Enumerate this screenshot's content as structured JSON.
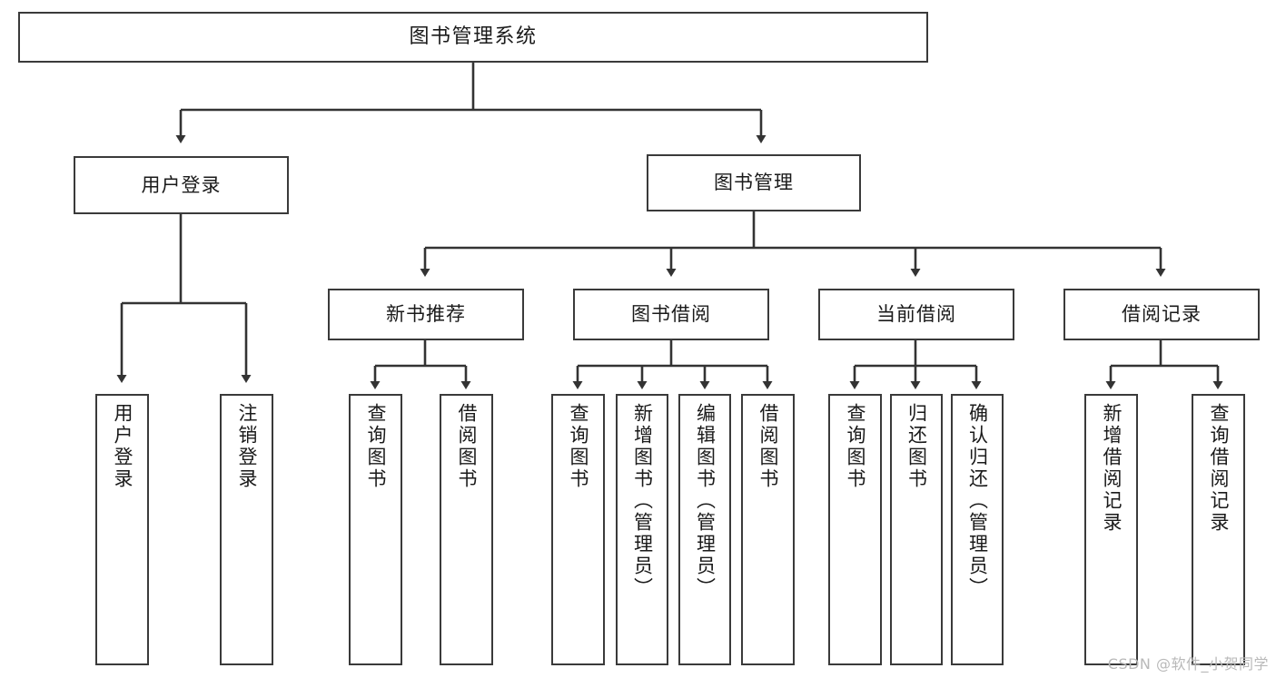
{
  "diagram": {
    "title": "图书管理系统",
    "type": "tree-hierarchy",
    "watermark": "CSDN @软件_小贺同学",
    "colors": {
      "box_border": "#3a3a3a",
      "box_fill": "#ffffff",
      "edge": "#333333",
      "background": "#ffffff",
      "watermark": "#b9b9b9"
    },
    "nodes": {
      "root": {
        "label": "图书管理系统"
      },
      "level2": [
        {
          "id": "user-login",
          "label": "用户登录"
        },
        {
          "id": "book-manage",
          "label": "图书管理"
        }
      ],
      "level3": [
        {
          "id": "new-book-rec",
          "label": "新书推荐"
        },
        {
          "id": "book-borrow",
          "label": "图书借阅"
        },
        {
          "id": "current-borrow",
          "label": "当前借阅"
        },
        {
          "id": "borrow-record",
          "label": "借阅记录"
        }
      ],
      "leaves": {
        "user_login": [
          {
            "id": "leaf-user-login",
            "label": "用户登录"
          },
          {
            "id": "leaf-logout",
            "label": "注销登录"
          }
        ],
        "new_book_rec": [
          {
            "id": "leaf-query-book-1",
            "label": "查询图书"
          },
          {
            "id": "leaf-borrow-book-1",
            "label": "借阅图书"
          }
        ],
        "book_borrow": [
          {
            "id": "leaf-query-book-2",
            "label": "查询图书"
          },
          {
            "id": "leaf-add-book",
            "label": "新增图书（管理员）"
          },
          {
            "id": "leaf-edit-book",
            "label": "编辑图书（管理员）"
          },
          {
            "id": "leaf-borrow-book-2",
            "label": "借阅图书"
          }
        ],
        "current_borrow": [
          {
            "id": "leaf-query-book-3",
            "label": "查询图书"
          },
          {
            "id": "leaf-return-book",
            "label": "归还图书"
          },
          {
            "id": "leaf-confirm-return",
            "label": "确认归还（管理员）"
          }
        ],
        "borrow_record": [
          {
            "id": "leaf-add-record",
            "label": "新增借阅记录"
          },
          {
            "id": "leaf-query-record",
            "label": "查询借阅记录"
          }
        ]
      }
    }
  }
}
